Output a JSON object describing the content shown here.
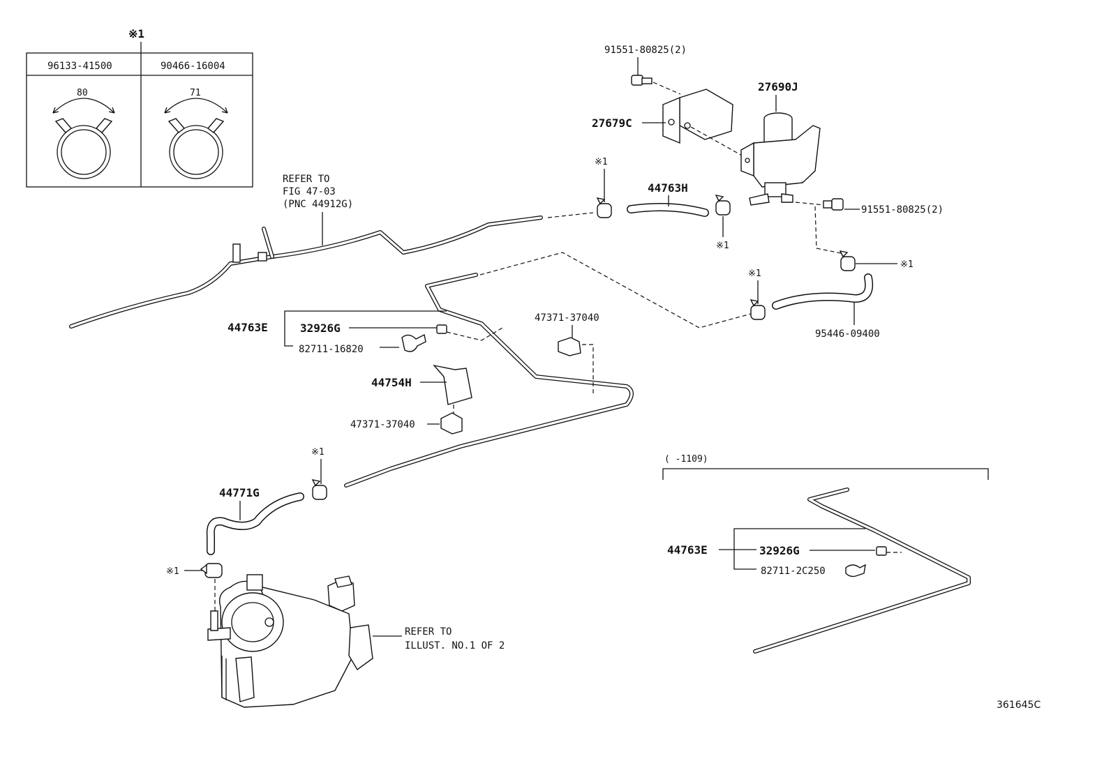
{
  "reference_mark": "※1",
  "clamp_table": {
    "col1_part": "96133-41500",
    "col2_part": "90466-16004",
    "col1_angle": "80",
    "col2_angle": "71"
  },
  "refer_fig": {
    "line1": "REFER TO",
    "line2": "FIG 47-03",
    "line3": "(PNC 44912G)"
  },
  "refer_illust": {
    "line1": "REFER TO",
    "line2": "ILLUST. NO.1 OF 2"
  },
  "parts": {
    "bolt_top": "91551-80825(2)",
    "bolt_right": "91551-80825(2)",
    "vsv": "27690J",
    "bracket": "27679C",
    "hose_h": "44763H",
    "hose_95446": "95446-09400",
    "pipe_e": "44763E",
    "plug": "32926G",
    "clip_82711": "82711-16820",
    "clamp_upper": "47371-37040",
    "bracket_h": "44754H",
    "clamp_lower": "47371-37040",
    "hose_g": "44771G"
  },
  "inset": {
    "range": "(      -1109)",
    "pipe_e": "44763E",
    "plug": "32926G",
    "clip": "82711-2C250"
  },
  "figure_id": "361645C"
}
